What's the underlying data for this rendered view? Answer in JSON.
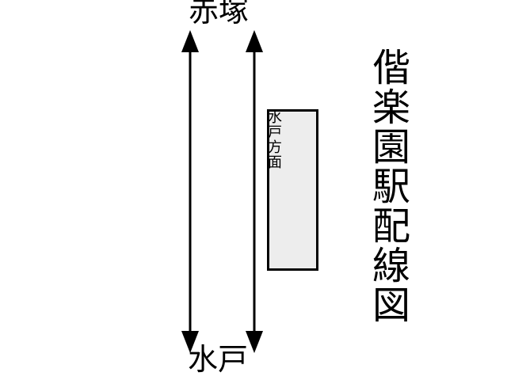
{
  "diagram": {
    "title": "偕楽園駅配線図",
    "top_station": "赤塚",
    "bottom_station": "水戸",
    "platform": {
      "label": "水戸方面"
    },
    "tracks": [
      {
        "id": "left-track",
        "arrows": "both-ends"
      },
      {
        "id": "right-track",
        "arrows": "both-ends"
      }
    ],
    "colors": {
      "background": "#ffffff",
      "line": "#000000",
      "text": "#000000",
      "platform_fill": "#ededed"
    }
  }
}
